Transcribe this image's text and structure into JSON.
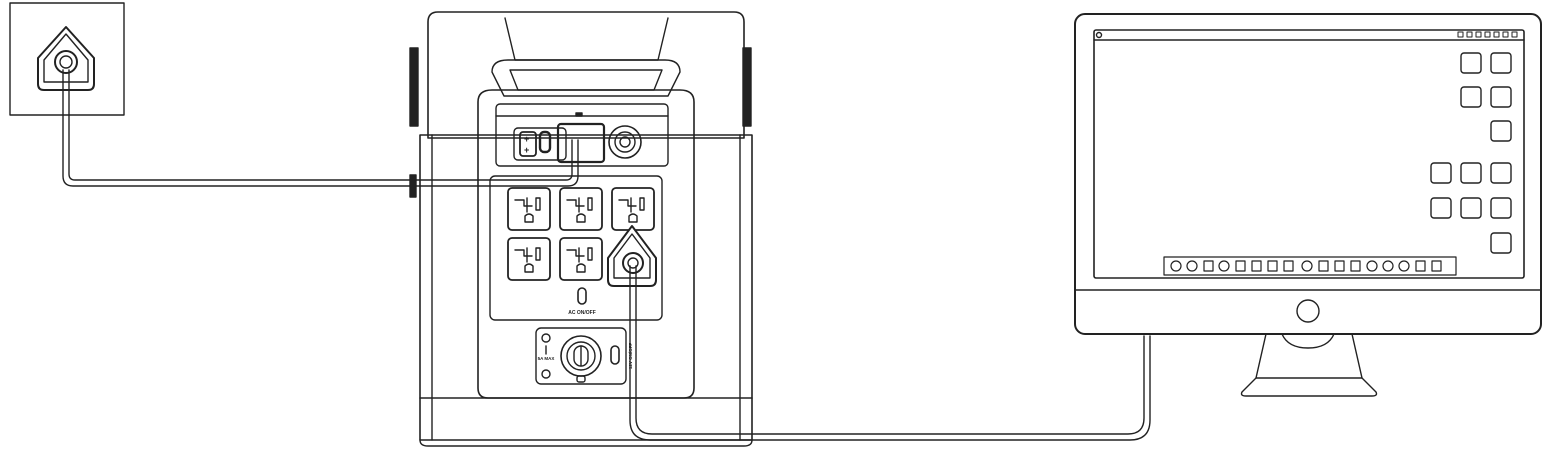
{
  "diagram": {
    "type": "connection-illustration",
    "components": [
      {
        "id": "wall-outlet",
        "icon": "wall-socket-icon"
      },
      {
        "id": "power-station",
        "icon": "portable-power-station-icon"
      },
      {
        "id": "monitor",
        "icon": "computer-monitor-icon"
      }
    ],
    "connections": [
      {
        "from": "wall-outlet",
        "to": "power-station",
        "via": "ac-charging-input"
      },
      {
        "from": "power-station",
        "to": "monitor",
        "via": "ac-output-outlet"
      }
    ],
    "labels": {
      "ac_switch": "AC ON/OFF",
      "dc_max": "5A MAX",
      "dc_switch": "12V ON/OFF"
    }
  },
  "colors": {
    "line": "#222222",
    "background": "#ffffff"
  }
}
